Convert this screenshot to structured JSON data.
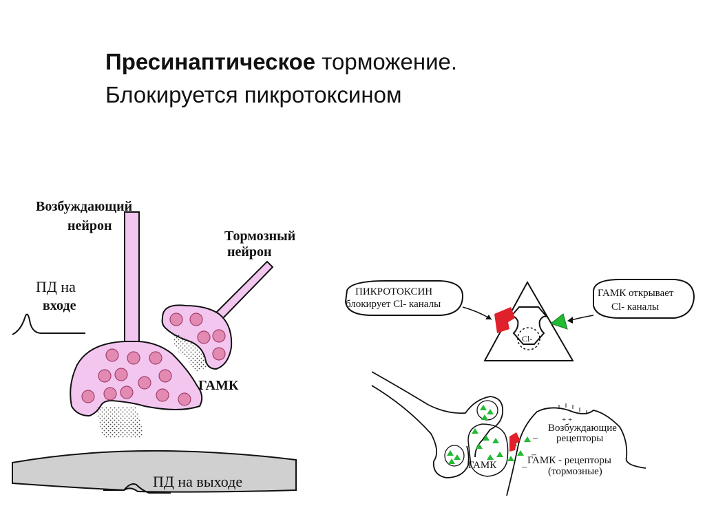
{
  "title": {
    "bold_part": "Пресинаптическое",
    "rest": " торможение.",
    "line2": "Блокируется пикротоксином"
  },
  "left_diagram": {
    "excitatory_neuron_line1": "Возбуждающий",
    "excitatory_neuron_line2": "нейрон",
    "inhibitory_neuron_line1": "Тормозный",
    "inhibitory_neuron_line2": "нейрон",
    "ap_input_line1": "ПД на",
    "ap_input_line2": "входе",
    "gaba": "ГАМК",
    "ap_output": "ПД на выходе"
  },
  "right_top": {
    "picrotoxin_line1": "ПИКРОТОКСИН",
    "picrotoxin_line2": "блокирует Cl- каналы",
    "gaba_opens_line1": "ГАМК открывает",
    "gaba_opens_line2": "Cl- каналы",
    "ion": "Cl-"
  },
  "right_bottom": {
    "excitatory_receptors_line1": "Возбуждающие",
    "excitatory_receptors_line2": "рецепторы",
    "gaba": "ГАМК",
    "gaba_receptors_line1": "ГАМК - рецепторы",
    "gaba_receptors_line2": "(тормозные)",
    "plus": "+ +",
    "minus": "–"
  },
  "colors": {
    "neuron_fill": "#f3c6f0",
    "vesicle_fill": "#e28ab2",
    "membrane_fill": "#d0d0d0",
    "receptor_green": "#22bb33",
    "blocker_red": "#e0202a"
  }
}
